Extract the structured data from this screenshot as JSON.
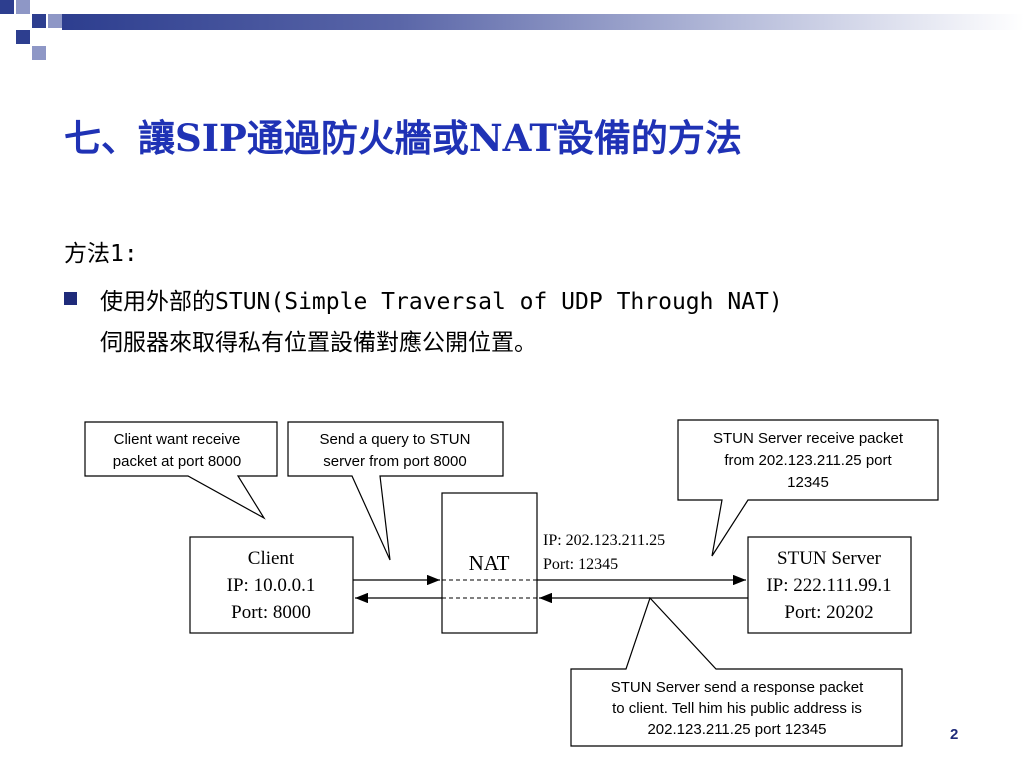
{
  "slide": {
    "title": "七、讓SIP通過防火牆或NAT設備的方法",
    "method_label": "方法1:",
    "bullet_line1": "使用外部的STUN(Simple Traversal of UDP Through NAT)",
    "bullet_line2": "伺服器來取得私有位置設備對應公開位置。",
    "page_number": "2"
  },
  "diagram": {
    "callout_client": {
      "line1": "Client want receive",
      "line2": "packet at port 8000"
    },
    "callout_query": {
      "line1": "Send a query to STUN",
      "line2": "server from port 8000"
    },
    "callout_stun_receive": {
      "line1": "STUN Server receive packet",
      "line2": "from 202.123.211.25 port",
      "line3": "12345"
    },
    "callout_response": {
      "line1": "STUN Server send a response packet",
      "line2": "to client. Tell him his public address is",
      "line3": "202.123.211.25 port 12345"
    },
    "client": {
      "name": "Client",
      "ip": "IP: 10.0.0.1",
      "port": "Port: 8000"
    },
    "nat": {
      "name": "NAT"
    },
    "stun_server": {
      "name": "STUN Server",
      "ip": "IP: 222.111.99.1",
      "port": "Port: 20202"
    },
    "public": {
      "ip": "IP: 202.123.211.25",
      "port": "Port: 12345"
    }
  },
  "colors": {
    "title": "#1f32b5",
    "bullet": "#1f2b7a",
    "header_dark": "#2d3e8f",
    "header_light": "#8e97c6"
  }
}
